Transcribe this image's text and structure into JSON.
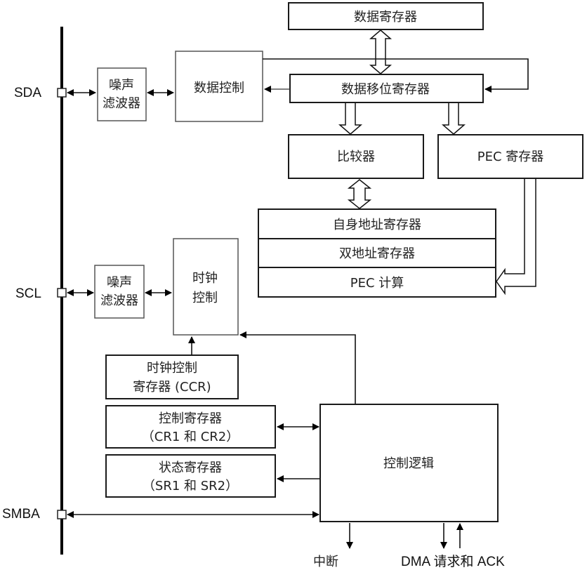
{
  "signals": {
    "sda": "SDA",
    "scl": "SCL",
    "smba": "SMBA"
  },
  "blocks": {
    "data_register": "数据寄存器",
    "noise_filter_sda_line1": "噪声",
    "noise_filter_sda_line2": "滤波器",
    "data_control": "数据控制",
    "data_shift_register": "数据移位寄存器",
    "comparator": "比较器",
    "pec_register": "PEC 寄存器",
    "own_address_register": "自身地址寄存器",
    "dual_address_register": "双地址寄存器",
    "pec_calculation": "PEC 计算",
    "noise_filter_scl_line1": "噪声",
    "noise_filter_scl_line2": "滤波器",
    "clock_control_line1": "时钟",
    "clock_control_line2": "控制",
    "ccr_line1": "时钟控制",
    "ccr_line2": "寄存器 (CCR)",
    "control_register_line1": "控制寄存器",
    "control_register_line2": "（CR1 和 CR2）",
    "status_register_line1": "状态寄存器",
    "status_register_line2": "（SR1 和 SR2）",
    "control_logic": "控制逻辑"
  },
  "outputs": {
    "interrupt": "中断",
    "dma": "DMA 请求和 ACK"
  }
}
